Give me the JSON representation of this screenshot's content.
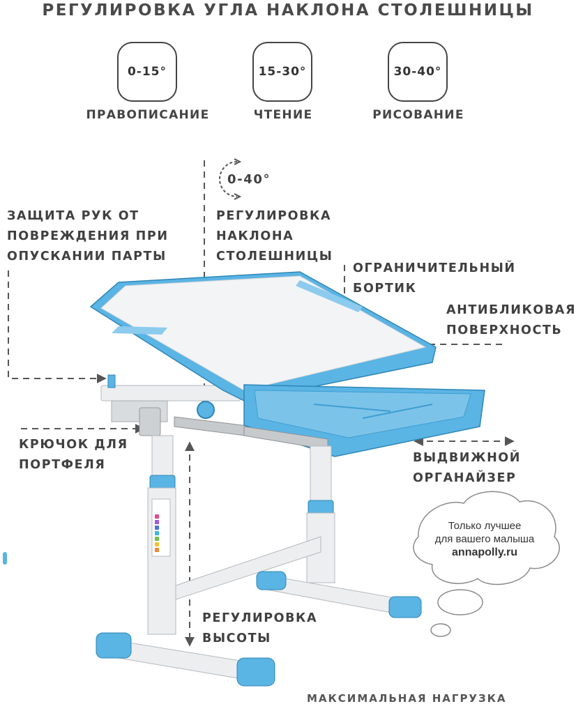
{
  "title": "РЕГУЛИРОВКА УГЛА НАКЛОНА СТОЛЕШНИЦЫ",
  "angle_modes": [
    {
      "range": "0-15°",
      "label": "ПРАВОПИСАНИЕ"
    },
    {
      "range": "15-30°",
      "label": "ЧТЕНИЕ"
    },
    {
      "range": "30-40°",
      "label": "РИСОВАНИЕ"
    }
  ],
  "tilt_indicator": "0-40°",
  "callouts": {
    "hand_protection": [
      "ЗАЩИТА РУК ОТ",
      "ПОВРЕЖДЕНИЯ ПРИ",
      "ОПУСКАНИИ ПАРТЫ"
    ],
    "tilt_adjustment": [
      "РЕГУЛИРОВКА",
      "НАКЛОНА",
      "СТОЛЕШНИЦЫ"
    ],
    "limiter": [
      "ОГРАНИЧИТЕЛЬНЫЙ",
      "БОРТИК"
    ],
    "anti_glare": [
      "АНТИБЛИКОВАЯ",
      "ПОВЕРХНОСТЬ"
    ],
    "bag_hook": [
      "КРЮЧОК ДЛЯ",
      "ПОРТФЕЛЯ"
    ],
    "organizer": [
      "ВЫДВИЖНОЙ",
      "ОРГАНАЙЗЕР"
    ],
    "height_adjustment": [
      "РЕГУЛИРОВКА",
      "ВЫСОТЫ"
    ]
  },
  "cloud": {
    "line1": "Только лучшее",
    "line2": "для вашего малыша",
    "site": "annapolly.ru"
  },
  "bottom_cut_text": "МАКСИМАЛЬНАЯ НАГРУЗКА",
  "colors": {
    "accent_blue": "#5ab4e4",
    "frame_white": "#eceef0",
    "text": "#404040"
  }
}
